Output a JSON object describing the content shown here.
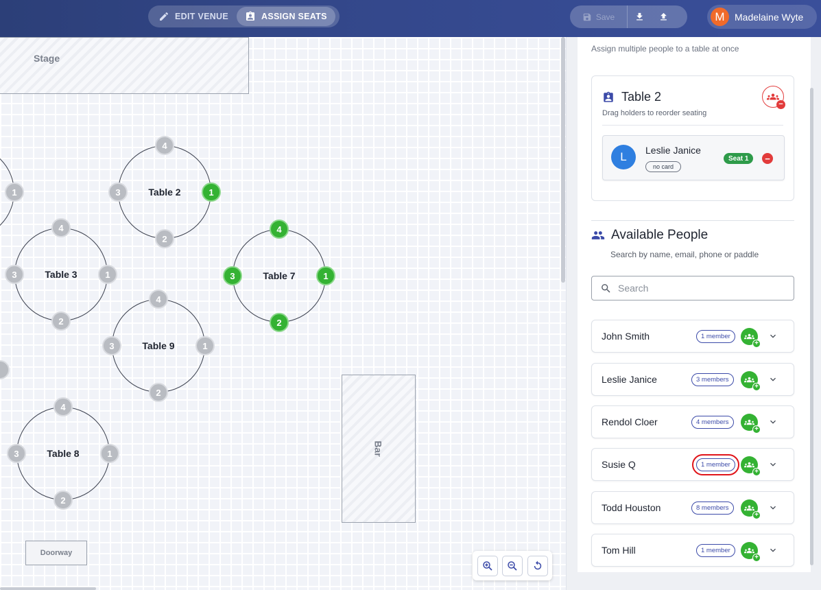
{
  "toolbar": {
    "edit_venue": "EDIT VENUE",
    "assign_seats": "ASSIGN SEATS",
    "save": "Save",
    "download_icon": "download-icon",
    "upload_icon": "upload-icon"
  },
  "user": {
    "initial": "M",
    "name": "Madelaine Wyte",
    "avatar_color": "#f06a2a"
  },
  "venue": {
    "stage": "Stage",
    "bar": "Bar",
    "doorway": "Doorway",
    "tables": [
      {
        "name": "Table 2",
        "seats": [
          "1",
          "2",
          "3",
          "4"
        ],
        "assigned": [
          "1"
        ]
      },
      {
        "name": "Table 3",
        "seats": [
          "1",
          "2",
          "3",
          "4"
        ],
        "assigned": []
      },
      {
        "name": "Table 7",
        "seats": [
          "1",
          "2",
          "3",
          "4"
        ],
        "assigned": [
          "1",
          "2",
          "3",
          "4"
        ]
      },
      {
        "name": "Table 9",
        "seats": [
          "1",
          "2",
          "3",
          "4"
        ],
        "assigned": []
      },
      {
        "name": "Table 8",
        "seats": [
          "1",
          "2",
          "3",
          "4"
        ],
        "assigned": []
      }
    ],
    "partial_seat_labels": [
      "1"
    ]
  },
  "panel": {
    "top_hint": "Assign multiple people to a table at once",
    "selected_table": {
      "title": "Table 2",
      "subtitle": "Drag holders to reorder seating",
      "holder": {
        "initial": "L",
        "name": "Leslie Janice",
        "card": "no card",
        "seat": "Seat 1"
      }
    },
    "available": {
      "title": "Available People",
      "subtitle": "Search by name, email, phone or paddle",
      "search_placeholder": "Search",
      "people": [
        {
          "name": "John Smith",
          "members": "1 member"
        },
        {
          "name": "Leslie Janice",
          "members": "3 members"
        },
        {
          "name": "Rendol Cloer",
          "members": "4 members"
        },
        {
          "name": "Susie Q",
          "members": "1 member"
        },
        {
          "name": "Todd Houston",
          "members": "8 members"
        },
        {
          "name": "Tom Hill",
          "members": "1 member"
        }
      ]
    }
  },
  "colors": {
    "accent": "#3b4aa8",
    "assigned_seat": "#34b233",
    "empty_seat": "#b9bcc2",
    "remove": "#e23b3b"
  }
}
